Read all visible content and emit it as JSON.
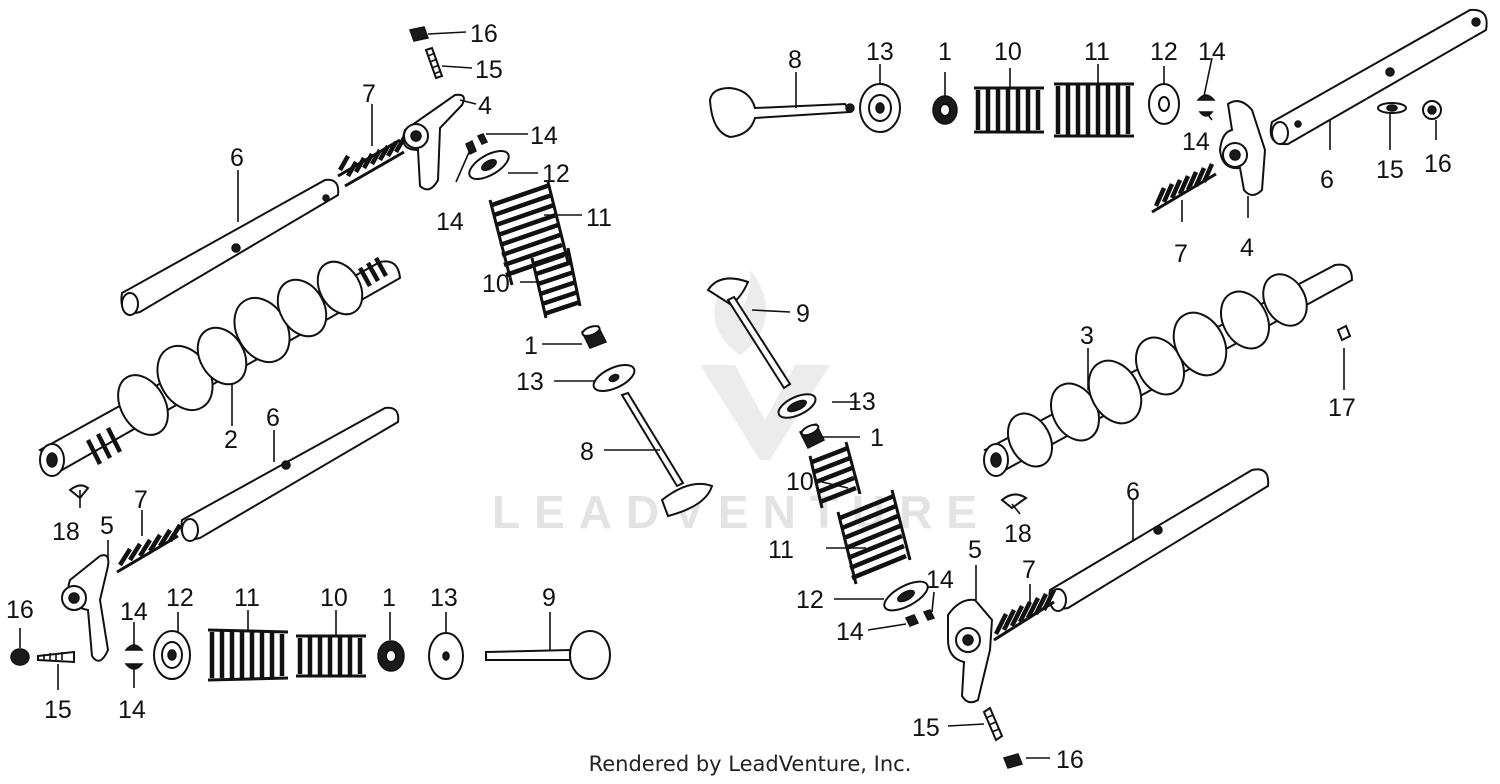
{
  "diagram": {
    "callouts": {
      "c01": "16",
      "c02": "15",
      "c03": "4",
      "c04": "7",
      "c05": "6",
      "c06": "14",
      "c07": "12",
      "c08": "14",
      "c09": "11",
      "c10": "10",
      "c11": "1",
      "c12": "13",
      "c13": "8",
      "c14": "2",
      "c15": "6",
      "c16": "18",
      "c17": "5",
      "c18": "7",
      "c19": "16",
      "c20": "14",
      "c21": "12",
      "c22": "11",
      "c23": "10",
      "c24": "1",
      "c25": "13",
      "c26": "9",
      "c27": "15",
      "c28": "14",
      "c29": "8",
      "c30": "13",
      "c31": "1",
      "c32": "10",
      "c33": "11",
      "c34": "12",
      "c35": "14",
      "c36": "14",
      "c37": "6",
      "c38": "15",
      "c39": "16",
      "c40": "7",
      "c41": "4",
      "c42": "9",
      "c43": "3",
      "c44": "17",
      "c45": "13",
      "c46": "1",
      "c47": "10",
      "c48": "11",
      "c49": "6",
      "c50": "18",
      "c51": "5",
      "c52": "7",
      "c53": "12",
      "c54": "14",
      "c55": "14",
      "c56": "15",
      "c57": "16"
    },
    "watermark": "LEADVENTURE"
  },
  "footer": {
    "text": "Rendered by LeadVenture, Inc."
  }
}
